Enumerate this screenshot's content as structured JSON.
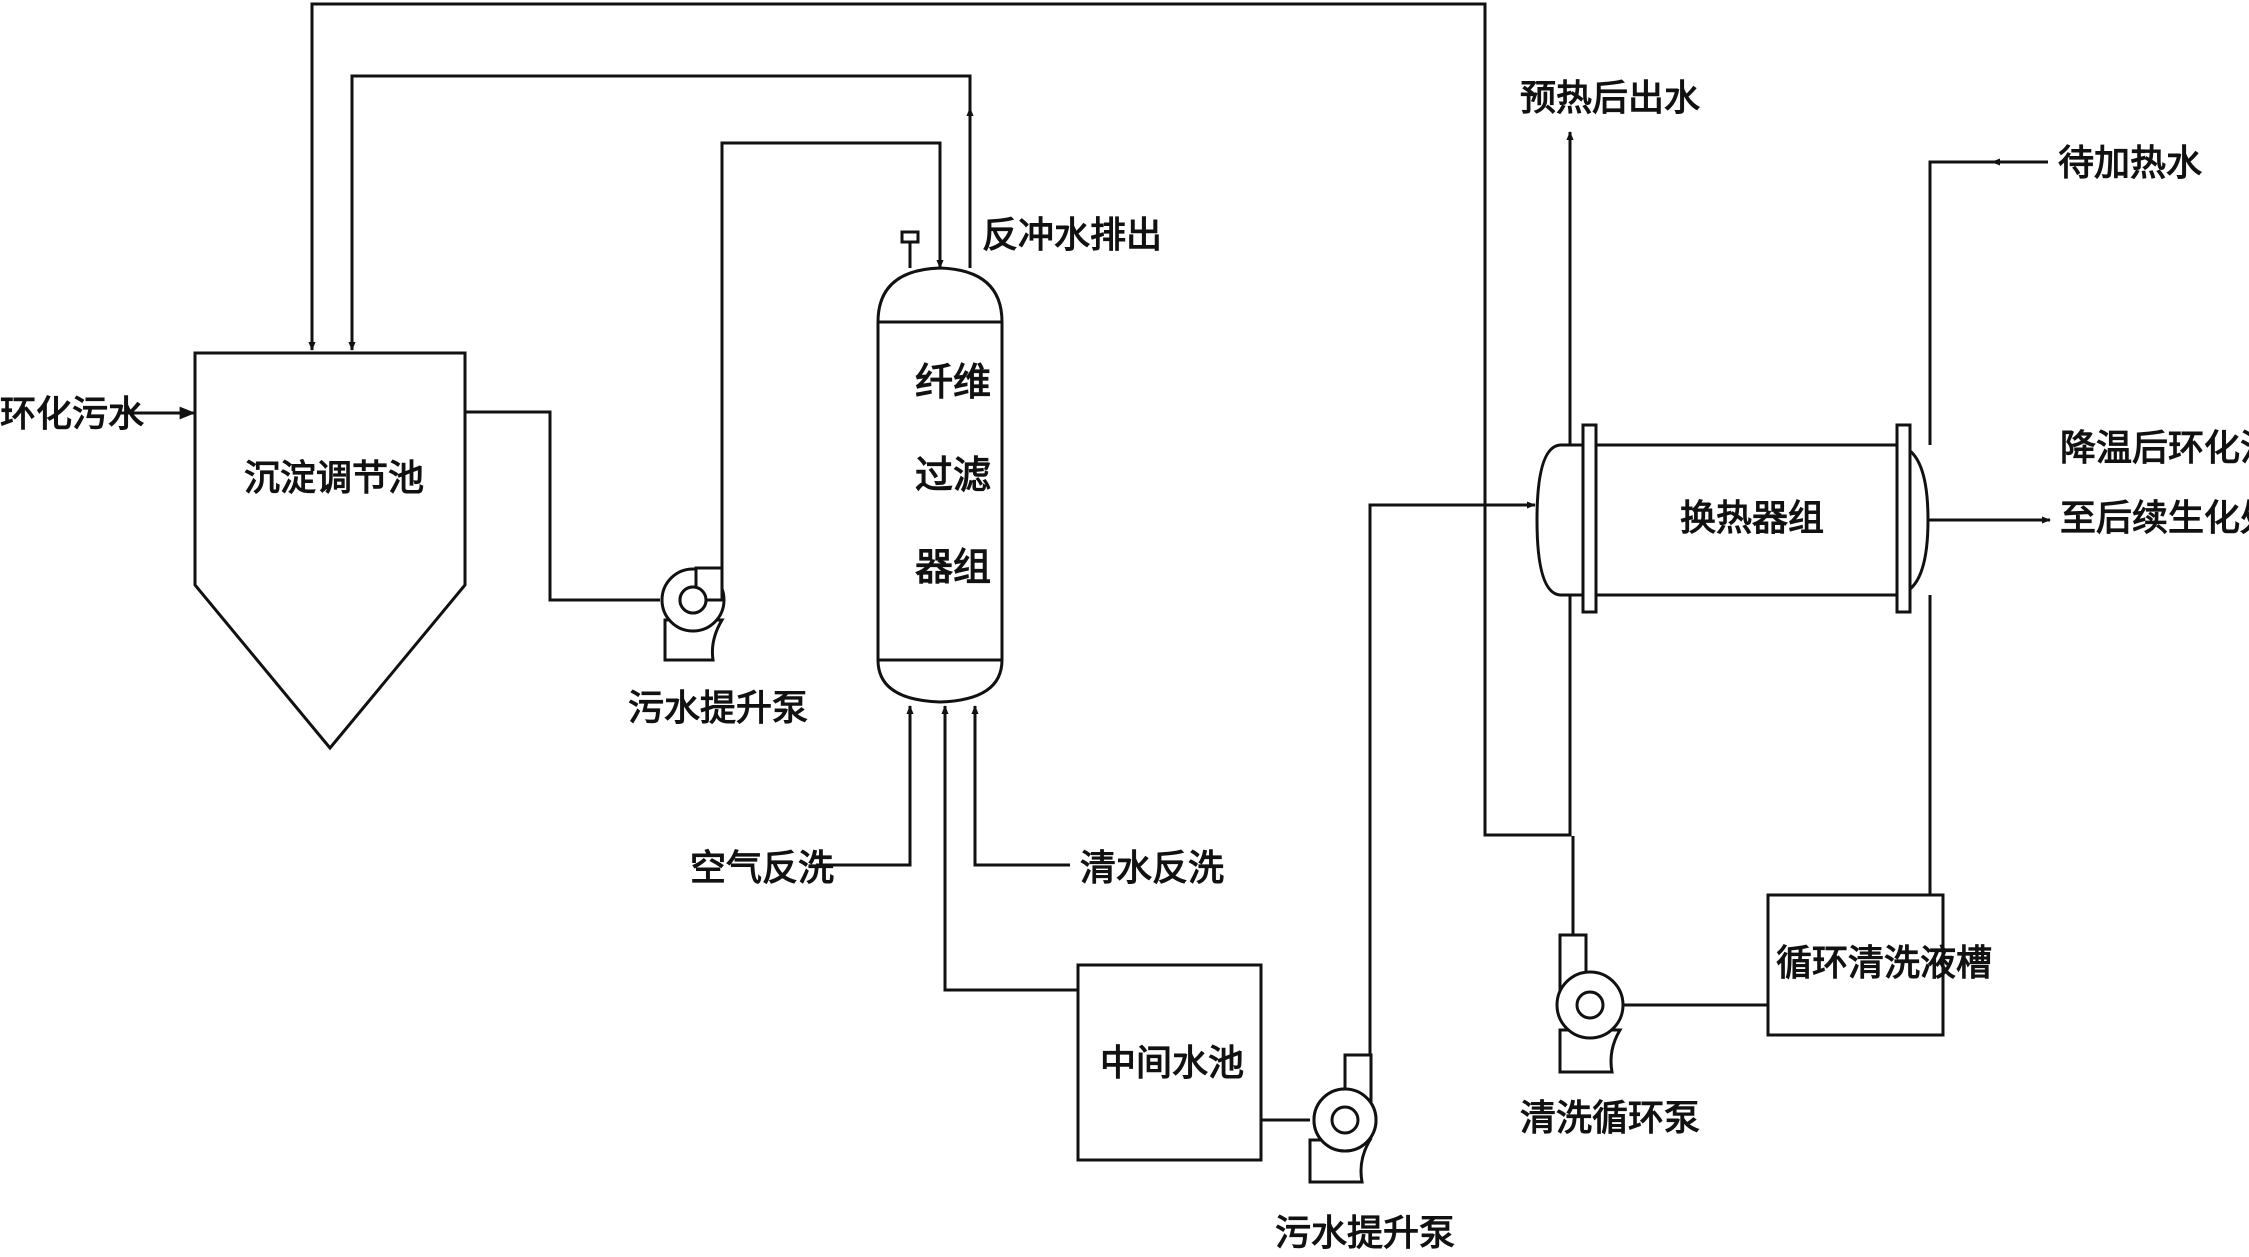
{
  "labels": {
    "inlet": "环化污水",
    "settling_tank": "沉淀调节池",
    "pump1": "污水提升泵",
    "filter_line1": "纤维",
    "filter_line2": "过滤",
    "filter_line3": "器组",
    "backwash_out": "反冲水排出",
    "air_backwash": "空气反洗",
    "water_backwash": "清水反洗",
    "mid_tank": "中间水池",
    "pump2": "污水提升泵",
    "preheated_out": "预热后出水",
    "to_heat": "待加热水",
    "heat_exchanger": "换热器组",
    "outlet_line1": "降温后环化污水",
    "outlet_line2": "至后续生化处理",
    "cleaning_tank": "循环清洗液槽",
    "cleaning_pump": "清洗循环泵"
  },
  "colors": {
    "line": "#111111",
    "background": "#ffffff"
  }
}
